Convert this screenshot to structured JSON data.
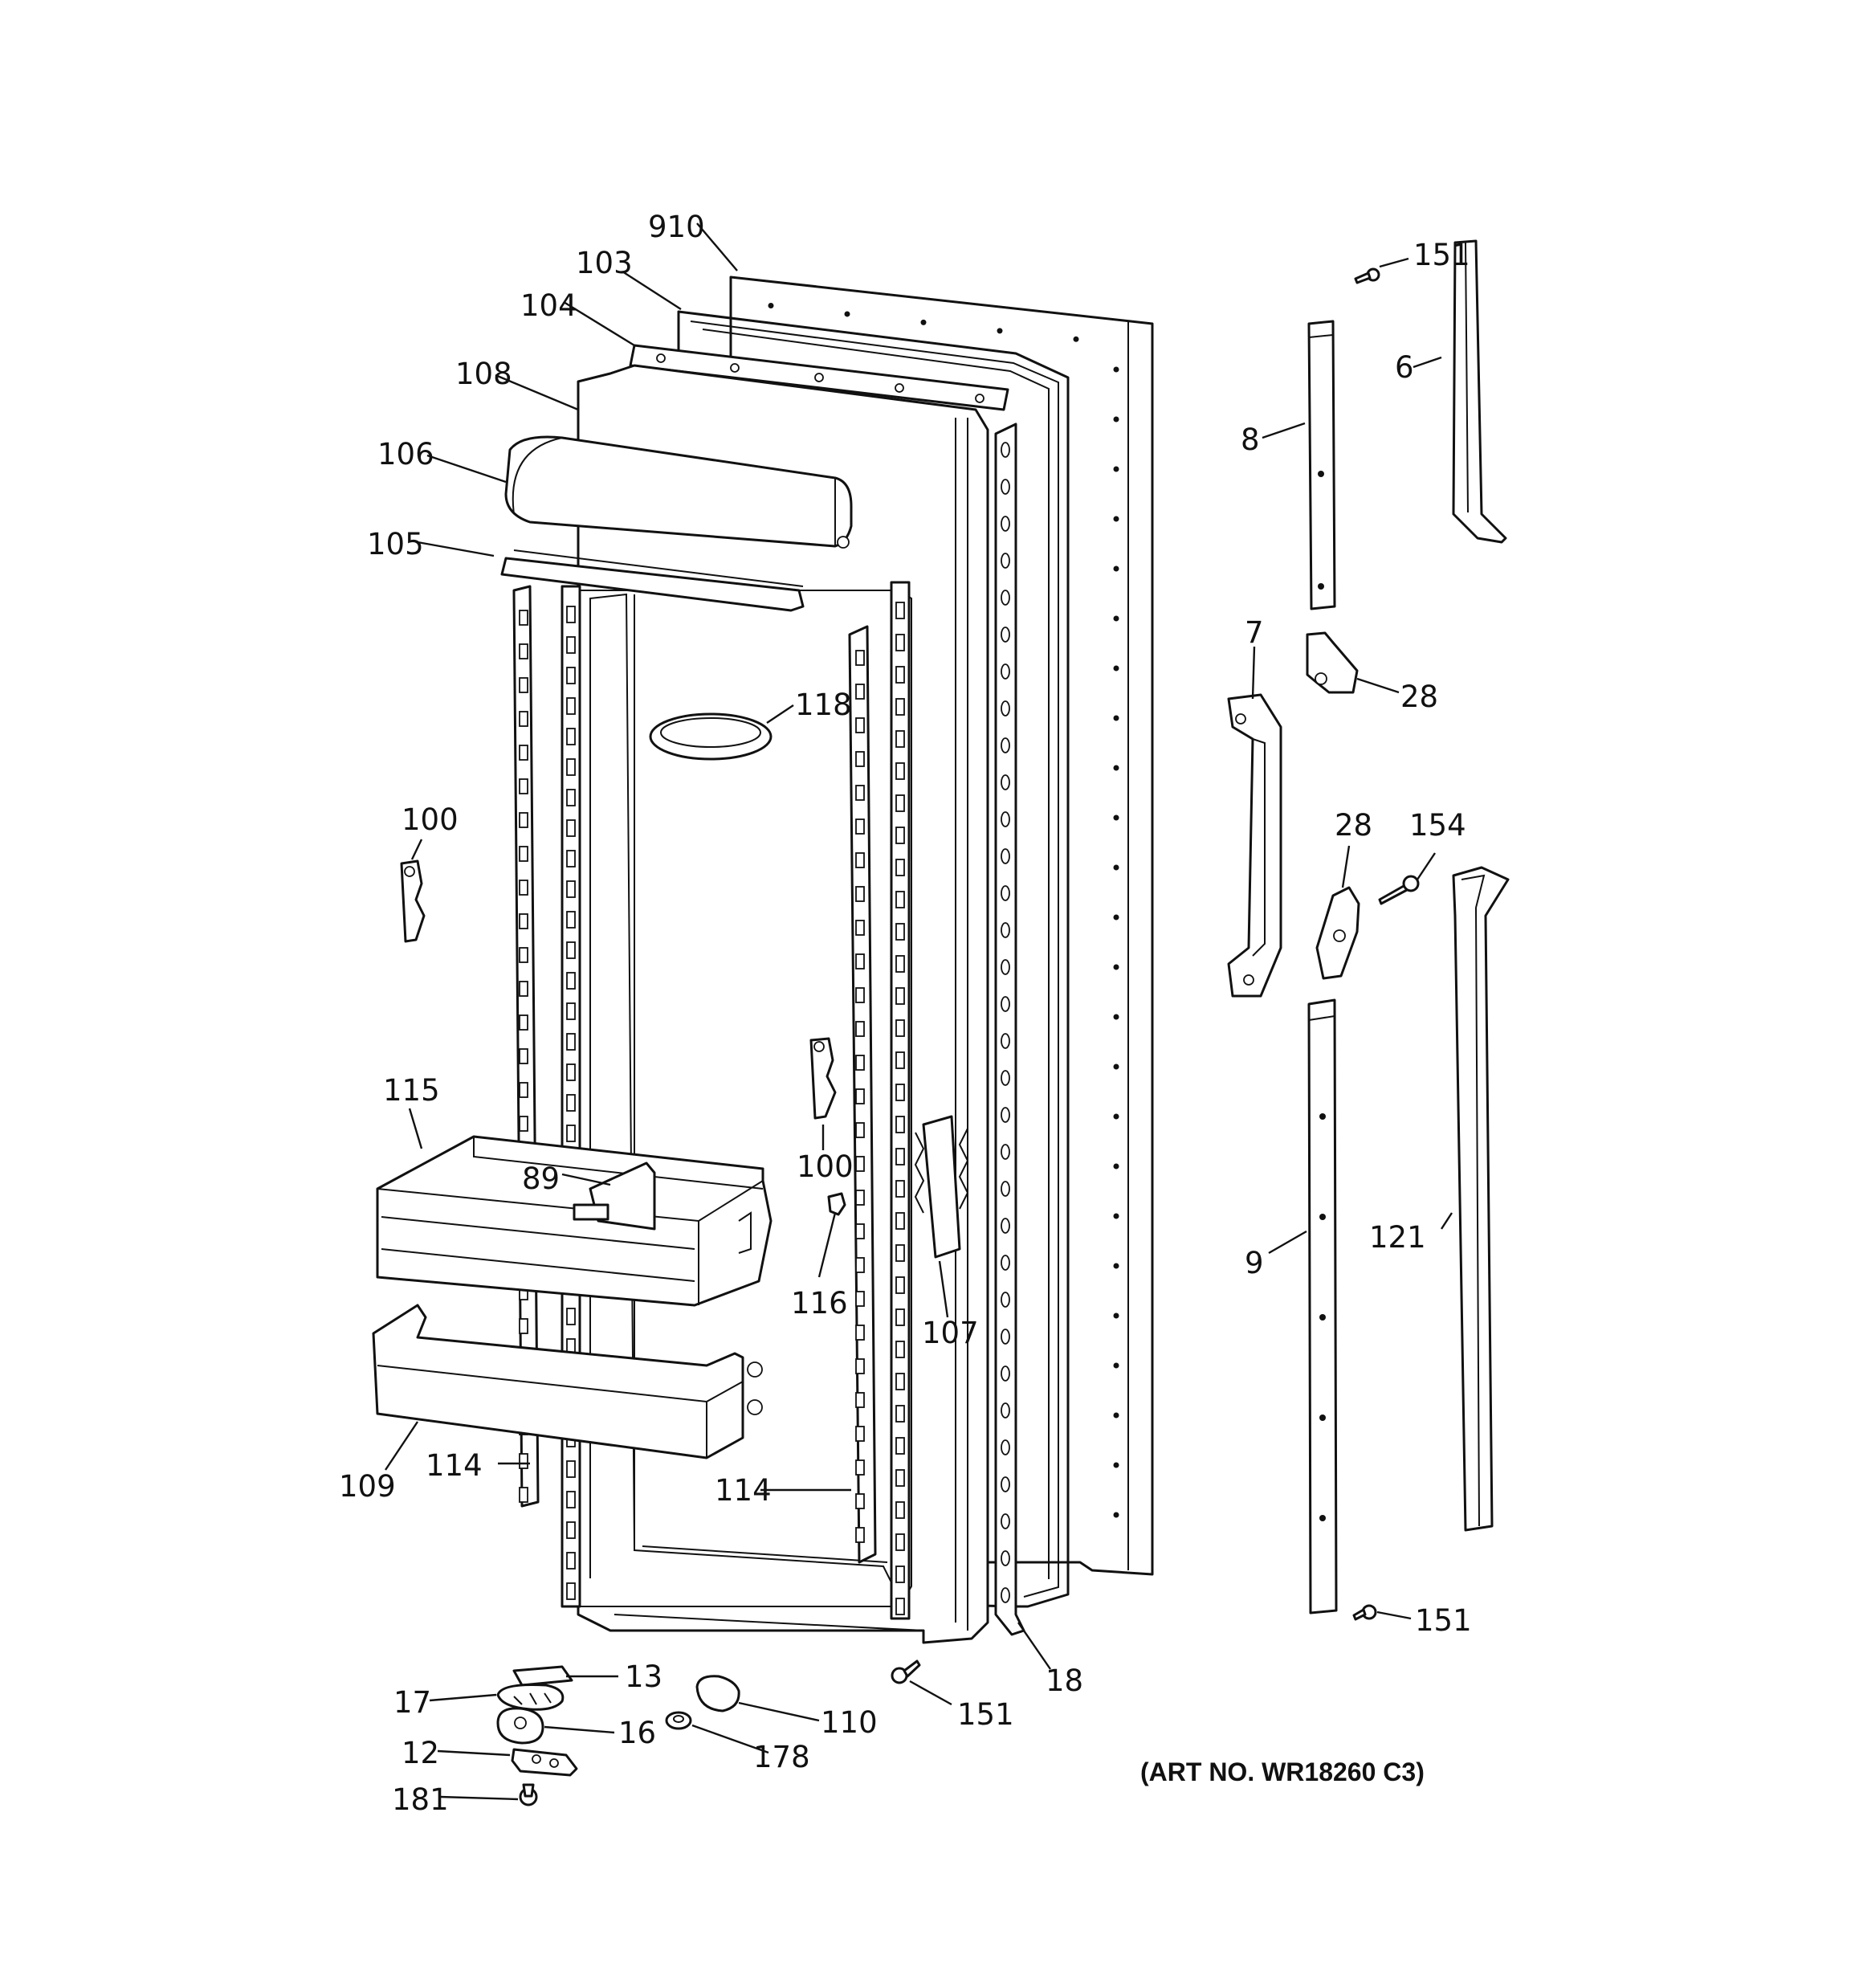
{
  "parts": [
    {
      "id": "910",
      "label": "910"
    },
    {
      "id": "103",
      "label": "103"
    },
    {
      "id": "104",
      "label": "104"
    },
    {
      "id": "108",
      "label": "108"
    },
    {
      "id": "106",
      "label": "106"
    },
    {
      "id": "105",
      "label": "105"
    },
    {
      "id": "118",
      "label": "118"
    },
    {
      "id": "100a",
      "label": "100"
    },
    {
      "id": "100b",
      "label": "100"
    },
    {
      "id": "115",
      "label": "115"
    },
    {
      "id": "89",
      "label": "89"
    },
    {
      "id": "116",
      "label": "116"
    },
    {
      "id": "107",
      "label": "107"
    },
    {
      "id": "109",
      "label": "109"
    },
    {
      "id": "114a",
      "label": "114"
    },
    {
      "id": "114b",
      "label": "114"
    },
    {
      "id": "13",
      "label": "13"
    },
    {
      "id": "17",
      "label": "17"
    },
    {
      "id": "16",
      "label": "16"
    },
    {
      "id": "12",
      "label": "12"
    },
    {
      "id": "181",
      "label": "181"
    },
    {
      "id": "110",
      "label": "110"
    },
    {
      "id": "178",
      "label": "178"
    },
    {
      "id": "151a",
      "label": "151"
    },
    {
      "id": "18",
      "label": "18"
    },
    {
      "id": "151b",
      "label": "151"
    },
    {
      "id": "6",
      "label": "6"
    },
    {
      "id": "8",
      "label": "8"
    },
    {
      "id": "7",
      "label": "7"
    },
    {
      "id": "28a",
      "label": "28"
    },
    {
      "id": "28b",
      "label": "28"
    },
    {
      "id": "154",
      "label": "154"
    },
    {
      "id": "9",
      "label": "9"
    },
    {
      "id": "121",
      "label": "121"
    },
    {
      "id": "151c",
      "label": "151"
    }
  ],
  "art_number": "(ART NO. WR18260 C3)"
}
